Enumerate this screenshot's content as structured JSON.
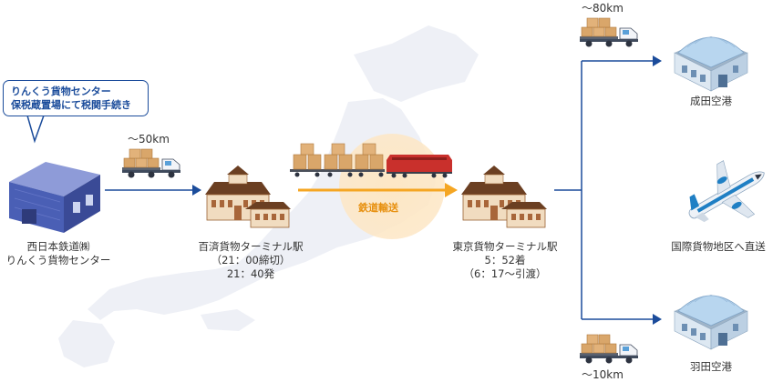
{
  "bubble": {
    "line1": "りんくう貨物センター",
    "line2": "保税蔵置場にて税関手続き"
  },
  "origin": {
    "line1": "西日本鉄道㈱",
    "line2": "りんくう貨物センター"
  },
  "truck1": {
    "distance": "～50km"
  },
  "kudara": {
    "name": "百済貨物ターミナル駅",
    "cutoff": "（21：00締切）",
    "depart": "21：40発"
  },
  "rail": {
    "label": "鉄道輸送"
  },
  "tokyo": {
    "name": "東京貨物ターミナル駅",
    "arrive": "5：52着",
    "handover": "（6：17～引渡）"
  },
  "narita": {
    "distance": "～80km",
    "name": "成田空港"
  },
  "intl": {
    "name": "国際貨物地区へ直送"
  },
  "haneda": {
    "distance": "～10km",
    "name": "羽田空港"
  },
  "colors": {
    "arrow": "#1b4c9b",
    "rail_arrow": "#f5a623",
    "map": "#eef0f6",
    "warehouse": "#4a5fb5",
    "terminal": "#b9753c",
    "locomotive": "#c9302c",
    "hangar": "#b8d6ef"
  }
}
